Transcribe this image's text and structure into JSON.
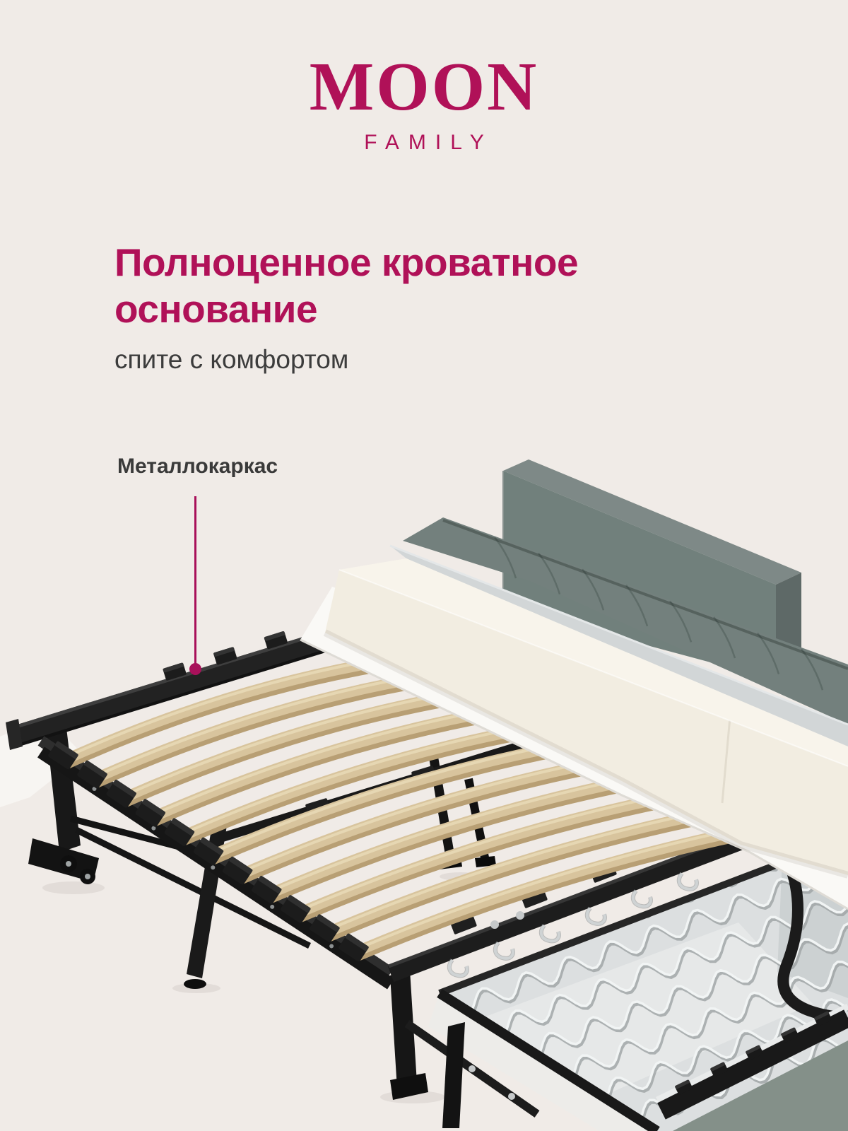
{
  "background": "#F0EBE7",
  "brand": {
    "logo": "MOON",
    "logo_sub": "FAMILY",
    "color": "#B01158"
  },
  "headline": {
    "title": "Полноценное кроватное основание",
    "subtitle": "спите с комфортом",
    "title_color": "#B01158",
    "subtitle_color": "#3C3C3C"
  },
  "callout": {
    "label": "Металлокаркас",
    "label_color": "#3A3A3A",
    "line_color": "#A8105A"
  },
  "illustration": {
    "parts": [
      "metal-frame",
      "wooden-slats",
      "caster-wheels",
      "folding-legs",
      "spring-panel",
      "serpentine-springs",
      "bed-sheet",
      "foam-mattress",
      "felt-layer",
      "sofa-seat",
      "sofa-backrest",
      "corner-fabric"
    ],
    "slat_count": 11,
    "spring_strand_count": 9,
    "seat_seam_count": 8,
    "colors": {
      "wood": "#D8C49D",
      "wood_shadow": "#B89F74",
      "wood_highlight": "#E8D9B6",
      "metal": "#222222",
      "metal_dark": "#161616",
      "metal_highlight": "#3E3E3E",
      "holder": "#1C1C1C",
      "foam": "#F8F4EB",
      "foam_side": "#F2EDE1",
      "felt": "#D2D6D7",
      "sheet": "#FAF9F6",
      "seat": "#73807D",
      "backrest": "#71807C",
      "backrest_top": "#7E8987",
      "backrest_side": "#5E6967",
      "panel": "#DCDFE0",
      "panel_side": "#EDECE9",
      "spring": "#F1F4F4",
      "spring_shadow": "#9DA2A4",
      "corner_fabric": "#849089",
      "bolt_silver": "#C6C9CA"
    }
  }
}
